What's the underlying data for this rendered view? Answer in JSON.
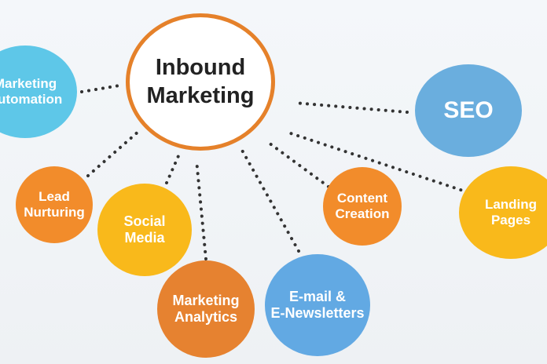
{
  "hub": {
    "label": "Inbound\nMarketing",
    "border_color": "#e5812a"
  },
  "nodes": [
    {
      "id": "marketing-automation",
      "label": "Marketing\nAutomation",
      "color": "#5ec7e8"
    },
    {
      "id": "lead-nurturing",
      "label": "Lead\nNurturing",
      "color": "#f28c2b"
    },
    {
      "id": "social-media",
      "label": "Social\nMedia",
      "color": "#f9b91b"
    },
    {
      "id": "marketing-analytics",
      "label": "Marketing\nAnalytics",
      "color": "#e68230"
    },
    {
      "id": "email-newsletters",
      "label": "E-mail &\nE-Newsletters",
      "color": "#62a9e3"
    },
    {
      "id": "content-creation",
      "label": "Content\nCreation",
      "color": "#f28c2b"
    },
    {
      "id": "seo",
      "label": "SEO",
      "color": "#6aaede"
    },
    {
      "id": "landing-pages",
      "label": "Landing\nPages",
      "color": "#f9b91b"
    }
  ],
  "connector_color": "#333333"
}
